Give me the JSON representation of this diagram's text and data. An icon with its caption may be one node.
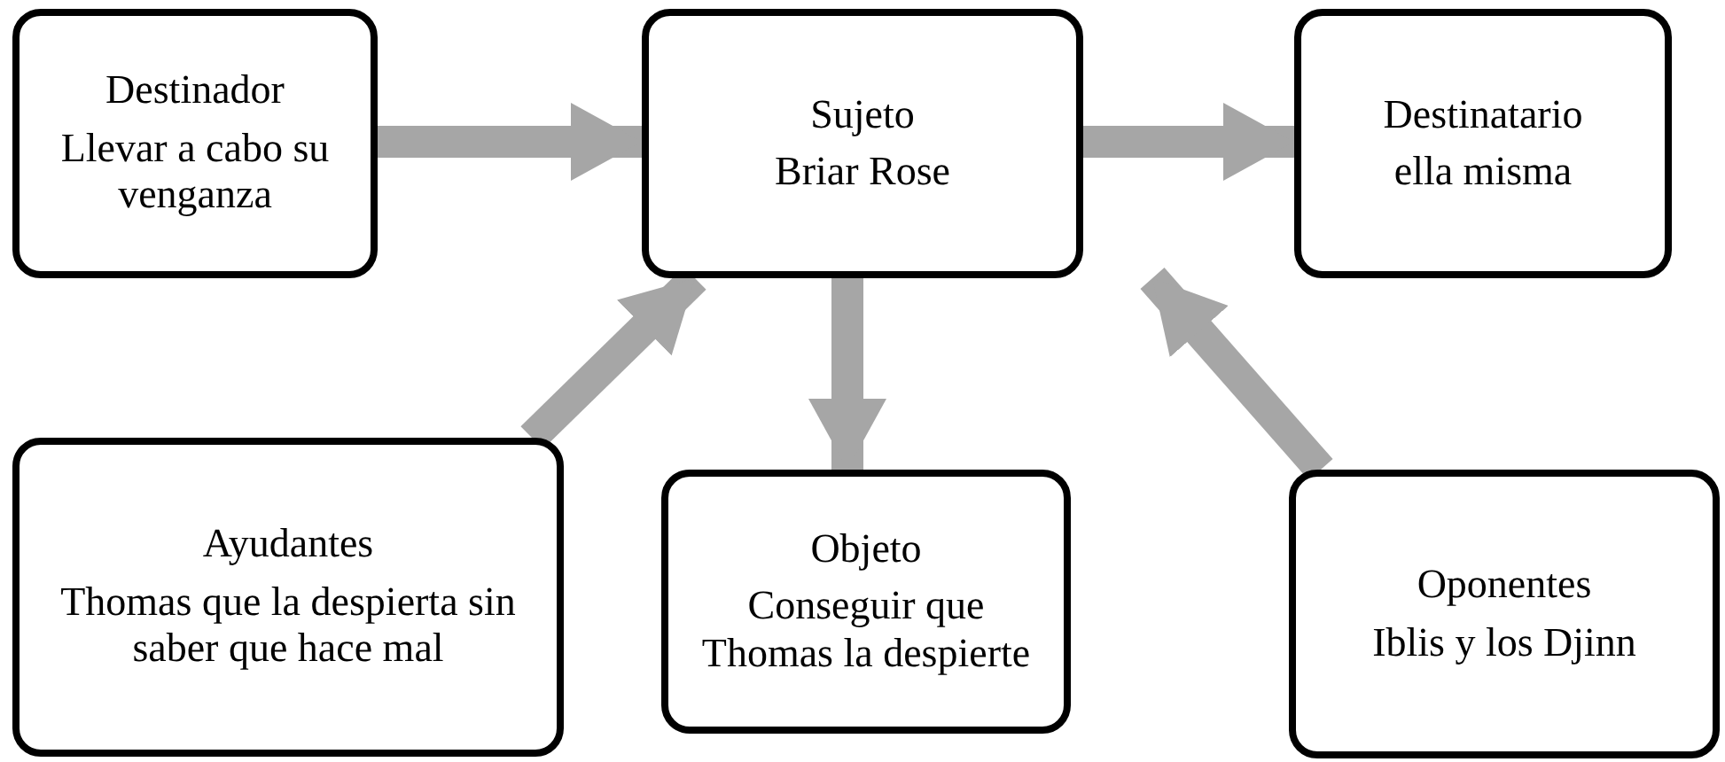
{
  "diagram": {
    "nodes": [
      {
        "text": [
          "Destinador",
          "Llevar a cabo su venganza"
        ]
      },
      {
        "text": [
          "Sujeto",
          "Briar Rose"
        ]
      },
      {
        "text": [
          "Destinatario",
          "ella misma"
        ]
      },
      {
        "text": [
          "Ayudantes",
          "Thomas que la despierta sin saber que hace mal"
        ]
      },
      {
        "text": [
          "Objeto",
          "Conseguir que Thomas la despierte"
        ]
      },
      {
        "text": [
          "Oponentes",
          "Iblis y los Djinn"
        ]
      }
    ],
    "edges": [
      {
        "from": 0,
        "to": 1,
        "arrow": "to"
      },
      {
        "from": 1,
        "to": 2,
        "arrow": "to"
      },
      {
        "from": 1,
        "to": 4,
        "arrow": "to"
      },
      {
        "from": 3,
        "to": 1,
        "arrow": "to"
      },
      {
        "from": 5,
        "to": 1,
        "arrow": "to"
      }
    ]
  }
}
